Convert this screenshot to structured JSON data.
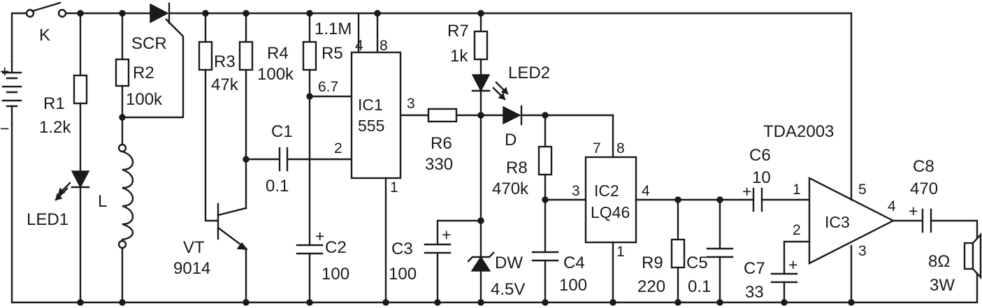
{
  "components": {
    "switch": {
      "name": "K"
    },
    "scr": {
      "name": "SCR"
    },
    "r1": {
      "name": "R1",
      "value": "1.2k"
    },
    "led1": {
      "name": "LED1"
    },
    "r2": {
      "name": "R2",
      "value": "100k"
    },
    "coil": {
      "name": "L"
    },
    "r3": {
      "name": "R3",
      "value": "47k"
    },
    "r4": {
      "name": "R4",
      "value": "100k"
    },
    "r5": {
      "name": "R5",
      "value": "1.1M"
    },
    "vt": {
      "name": "VT",
      "value": "9014"
    },
    "c1": {
      "name": "C1",
      "value": "0.1"
    },
    "c2": {
      "name": "C2",
      "value": "100"
    },
    "ic1": {
      "name": "IC1",
      "value": "555",
      "pins": [
        "4",
        "8",
        "6.7",
        "3",
        "2",
        "1"
      ]
    },
    "r6": {
      "name": "R6",
      "value": "330"
    },
    "r7": {
      "name": "R7",
      "value": "1k"
    },
    "led2": {
      "name": "LED2"
    },
    "diode": {
      "name": "D"
    },
    "r8": {
      "name": "R8",
      "value": "470k"
    },
    "c3": {
      "name": "C3",
      "value": "100"
    },
    "dw": {
      "name": "DW",
      "value": "4.5V"
    },
    "c4": {
      "name": "C4",
      "value": "100"
    },
    "ic2": {
      "name": "IC2",
      "value": "LQ46",
      "pins": [
        "7",
        "8",
        "3",
        "4",
        "1"
      ]
    },
    "r9": {
      "name": "R9",
      "value": "220"
    },
    "c5": {
      "name": "C5",
      "value": "0.1"
    },
    "c6": {
      "name": "C6",
      "value": "10"
    },
    "c7": {
      "name": "C7",
      "value": "33"
    },
    "ic3": {
      "name": "IC3",
      "part": "TDA2003",
      "pins": [
        "1",
        "2",
        "5",
        "3",
        "4"
      ]
    },
    "c8": {
      "name": "C8",
      "value": "470"
    },
    "speaker": {
      "value1": "8Ω",
      "value2": "3W"
    }
  },
  "symbols": {
    "plus": "+",
    "minus": "−"
  }
}
